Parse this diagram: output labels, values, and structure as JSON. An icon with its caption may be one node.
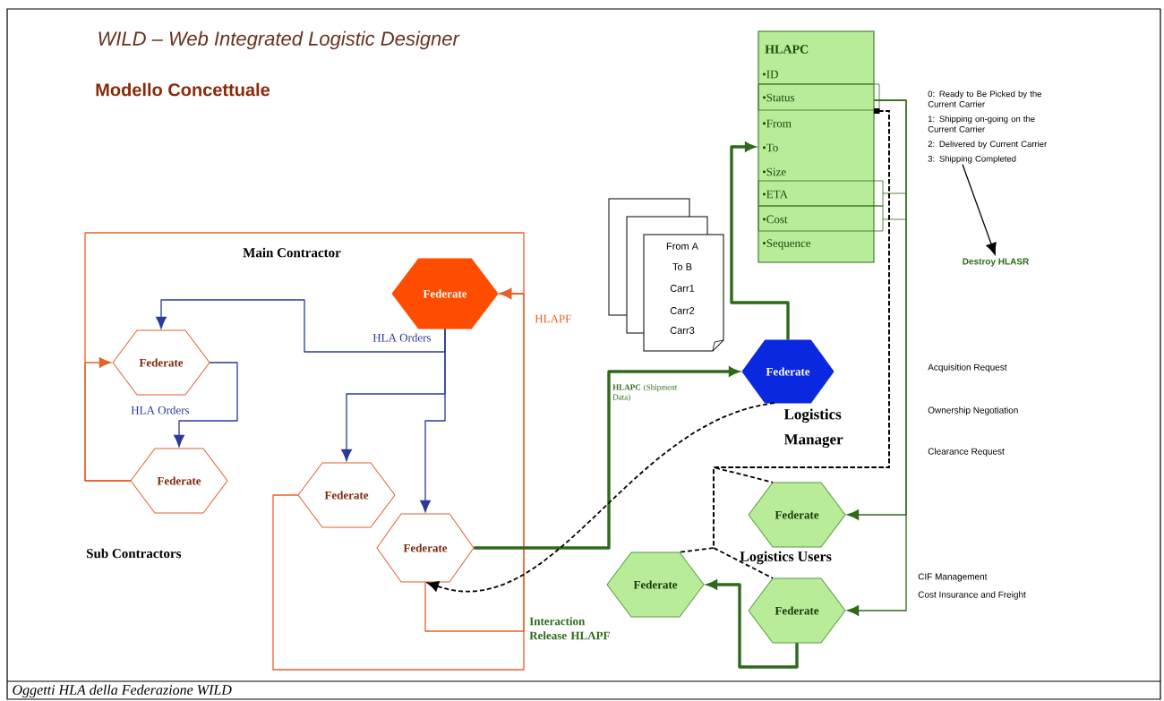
{
  "diagram": {
    "title": "WILD – Web Integrated Logistic Designer",
    "caption": "Oggetti HLA della Federazione WILD",
    "nodes": [
      {
        "text": [
          "Federate"
        ]
      },
      {
        "text": [
          "Federate"
        ]
      },
      {
        "text": [
          "Federate"
        ]
      },
      {
        "text": [
          "Federate"
        ]
      },
      {
        "text": [
          "Federate"
        ]
      },
      {
        "text": [
          "From A",
          "To B",
          "Carr1",
          "Carr2",
          "Carr3"
        ]
      },
      {
        "text": [
          "HLAPC",
          "•ID",
          "•Status",
          "•From",
          "•To",
          "•Size",
          "•ETA",
          "•Cost",
          "•Sequence"
        ]
      },
      {
        "text": [
          "Federate"
        ],
        "beside": [
          "Logistics Manager"
        ]
      },
      {
        "text": [
          "Federate"
        ]
      },
      {
        "text": [
          "Federate"
        ]
      },
      {
        "text": [
          "Federate"
        ]
      },
      {
        "text": [
          "0: Ready to Be Picked by the Current Carrier",
          "1: Shipping on-going on the Current Carrier",
          "2: Delivered by Current Carrier",
          "3: Shipping Completed"
        ]
      },
      {
        "text": [
          "Destroy HLASR"
        ]
      }
    ],
    "edges": [
      {
        "from": 0,
        "to": 1,
        "arrow": "to",
        "label": "HLA Orders",
        "color": "#2a3a9a"
      },
      {
        "from": 0,
        "to": 3,
        "arrow": "to",
        "color": "#2a3a9a"
      },
      {
        "from": 0,
        "to": 4,
        "arrow": "to",
        "color": "#2a3a9a"
      },
      {
        "from": 1,
        "to": 2,
        "arrow": "to",
        "label": "HLA Orders",
        "color": "#2a3a9a"
      },
      {
        "from": 2,
        "to": 1,
        "arrow": "to",
        "color": "#e8602a"
      },
      {
        "from": 2,
        "to": 0,
        "arrow": "to",
        "label": "HLAPF",
        "color": "#e8602a"
      },
      {
        "from": 3,
        "to": 0,
        "arrow": "to",
        "color": "#e8602a"
      },
      {
        "from": 4,
        "to": 0,
        "arrow": "to",
        "label": "Interaction Release HLAPF",
        "color": "#e8602a"
      },
      {
        "from": 4,
        "to": 7,
        "arrow": "to",
        "label": "**HLAPC** (Shipment Data)",
        "style": "thick",
        "color": "#2e6a1a"
      },
      {
        "from": 7,
        "to": 6,
        "arrow": "to",
        "style": "thick",
        "color": "#2e6a1a"
      },
      {
        "from": 6,
        "to": 8,
        "arrow": "to",
        "color": "#2e6a1a"
      },
      {
        "from": 6,
        "to": 9,
        "arrow": "to",
        "color": "#2e6a1a"
      },
      {
        "from": 9,
        "to": 10,
        "arrow": "to",
        "style": "thick",
        "color": "#2e6a1a"
      },
      {
        "from": 7,
        "to": 4,
        "arrow": "to",
        "style": "dashed",
        "color": "#000000"
      },
      {
        "from": 6,
        "to": 8,
        "arrow": "other",
        "style": "dashed",
        "color": "#000000"
      },
      {
        "from": 6,
        "to": 9,
        "arrow": "other",
        "style": "dashed",
        "color": "#000000"
      },
      {
        "from": 6,
        "to": 10,
        "arrow": "other",
        "style": "dashed",
        "color": "#000000"
      },
      {
        "from": 11,
        "to": 12,
        "arrow": "to",
        "color": "#000000"
      }
    ],
    "labels": [
      "Modello Concettuale",
      "Main Contractor",
      "Sub Contractors",
      "Logistics Users",
      "Acquisition Request",
      "Ownership Negotiation",
      "Clearance Request",
      "CIF Management",
      "Cost Insurance and Freight"
    ]
  }
}
